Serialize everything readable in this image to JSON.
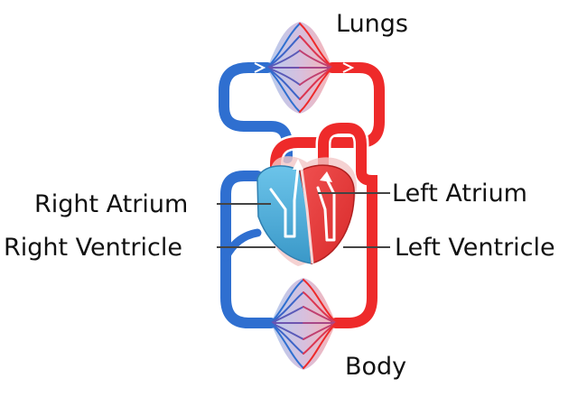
{
  "labels": {
    "lungs": "Lungs",
    "body": "Body",
    "right_atrium": "Right Atrium",
    "right_ventricle": "Right Ventricle",
    "left_atrium": "Left Atrium",
    "left_ventricle": "Left Ventricle"
  },
  "colors": {
    "oxygenated": "#ee2a2a",
    "deoxygenated": "#2f6fd0",
    "heart_right": "#4fb0dc",
    "heart_left": "#e63a3a",
    "leader_line": "#444444"
  }
}
